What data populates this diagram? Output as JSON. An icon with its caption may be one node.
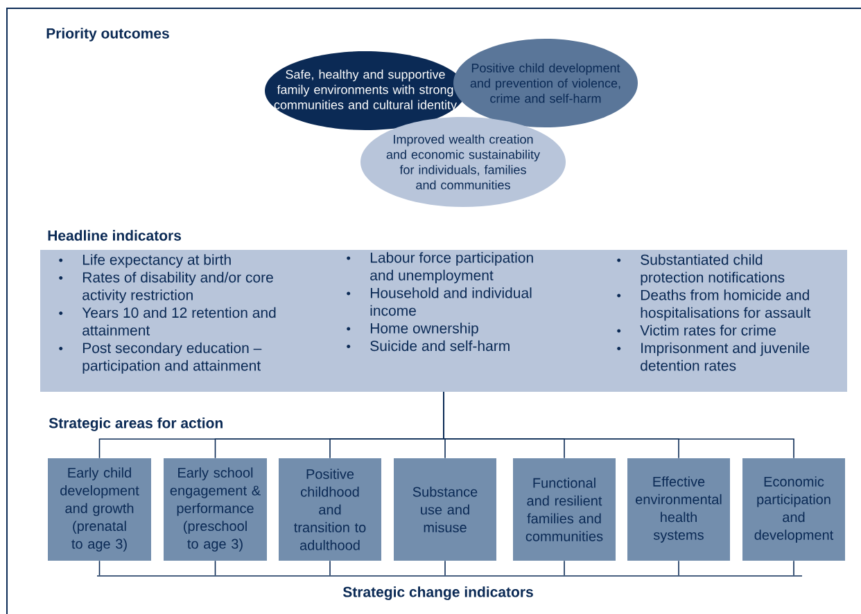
{
  "diagram": {
    "nodes": [
      {
        "text": [
          "Safe, healthy and supportive family environments with strong communities and cultural identity"
        ]
      },
      {
        "text": [
          "Positive child development and prevention of violence, crime and self-harm"
        ]
      },
      {
        "text": [
          "Improved wealth creation and economic sustainability for individuals, families and communities"
        ]
      },
      {
        "text": [
          "Headline indicators",
          "Life expectancy at birth",
          "Rates of disability and/or core activity restriction",
          "Years 10 and 12 retention and attainment",
          "Post secondary education – participation and attainment",
          "Labour force participation and unemployment",
          "Household and individual income",
          "Home ownership",
          "Suicide and self-harm",
          "Substantiated child protection notifications",
          "Deaths from homicide and hospitalisations for assault",
          "Victim rates for crime",
          "Imprisonment and juvenile detention rates"
        ]
      },
      {
        "text": [
          "Early child development and growth (prenatal to age 3)"
        ]
      },
      {
        "text": [
          "Early school engagement & performance (preschool to age 3)"
        ]
      },
      {
        "text": [
          "Positive childhood and transition to adulthood"
        ]
      },
      {
        "text": [
          "Substance use and misuse"
        ]
      },
      {
        "text": [
          "Functional and resilient families and communities"
        ]
      },
      {
        "text": [
          "Effective environmental health systems"
        ]
      },
      {
        "text": [
          "Economic participation and development"
        ]
      },
      {
        "text": [],
        "shape": "bar"
      }
    ],
    "edges": [
      {
        "from": 3,
        "to": 4,
        "arrow": "none"
      },
      {
        "from": 3,
        "to": 5,
        "arrow": "none"
      },
      {
        "from": 3,
        "to": 6,
        "arrow": "none"
      },
      {
        "from": 3,
        "to": 7,
        "arrow": "none"
      },
      {
        "from": 3,
        "to": 8,
        "arrow": "none"
      },
      {
        "from": 3,
        "to": 9,
        "arrow": "none"
      },
      {
        "from": 3,
        "to": 10,
        "arrow": "none"
      },
      {
        "from": 4,
        "to": 11,
        "arrow": "none"
      },
      {
        "from": 5,
        "to": 11,
        "arrow": "none"
      },
      {
        "from": 6,
        "to": 11,
        "arrow": "none"
      },
      {
        "from": 7,
        "to": 11,
        "arrow": "none"
      },
      {
        "from": 8,
        "to": 11,
        "arrow": "none"
      },
      {
        "from": 9,
        "to": 11,
        "arrow": "none"
      },
      {
        "from": 10,
        "to": 11,
        "arrow": "none"
      }
    ],
    "labels": [
      "Priority outcomes",
      "Strategic areas for action",
      "Strategic change indicators"
    ]
  }
}
